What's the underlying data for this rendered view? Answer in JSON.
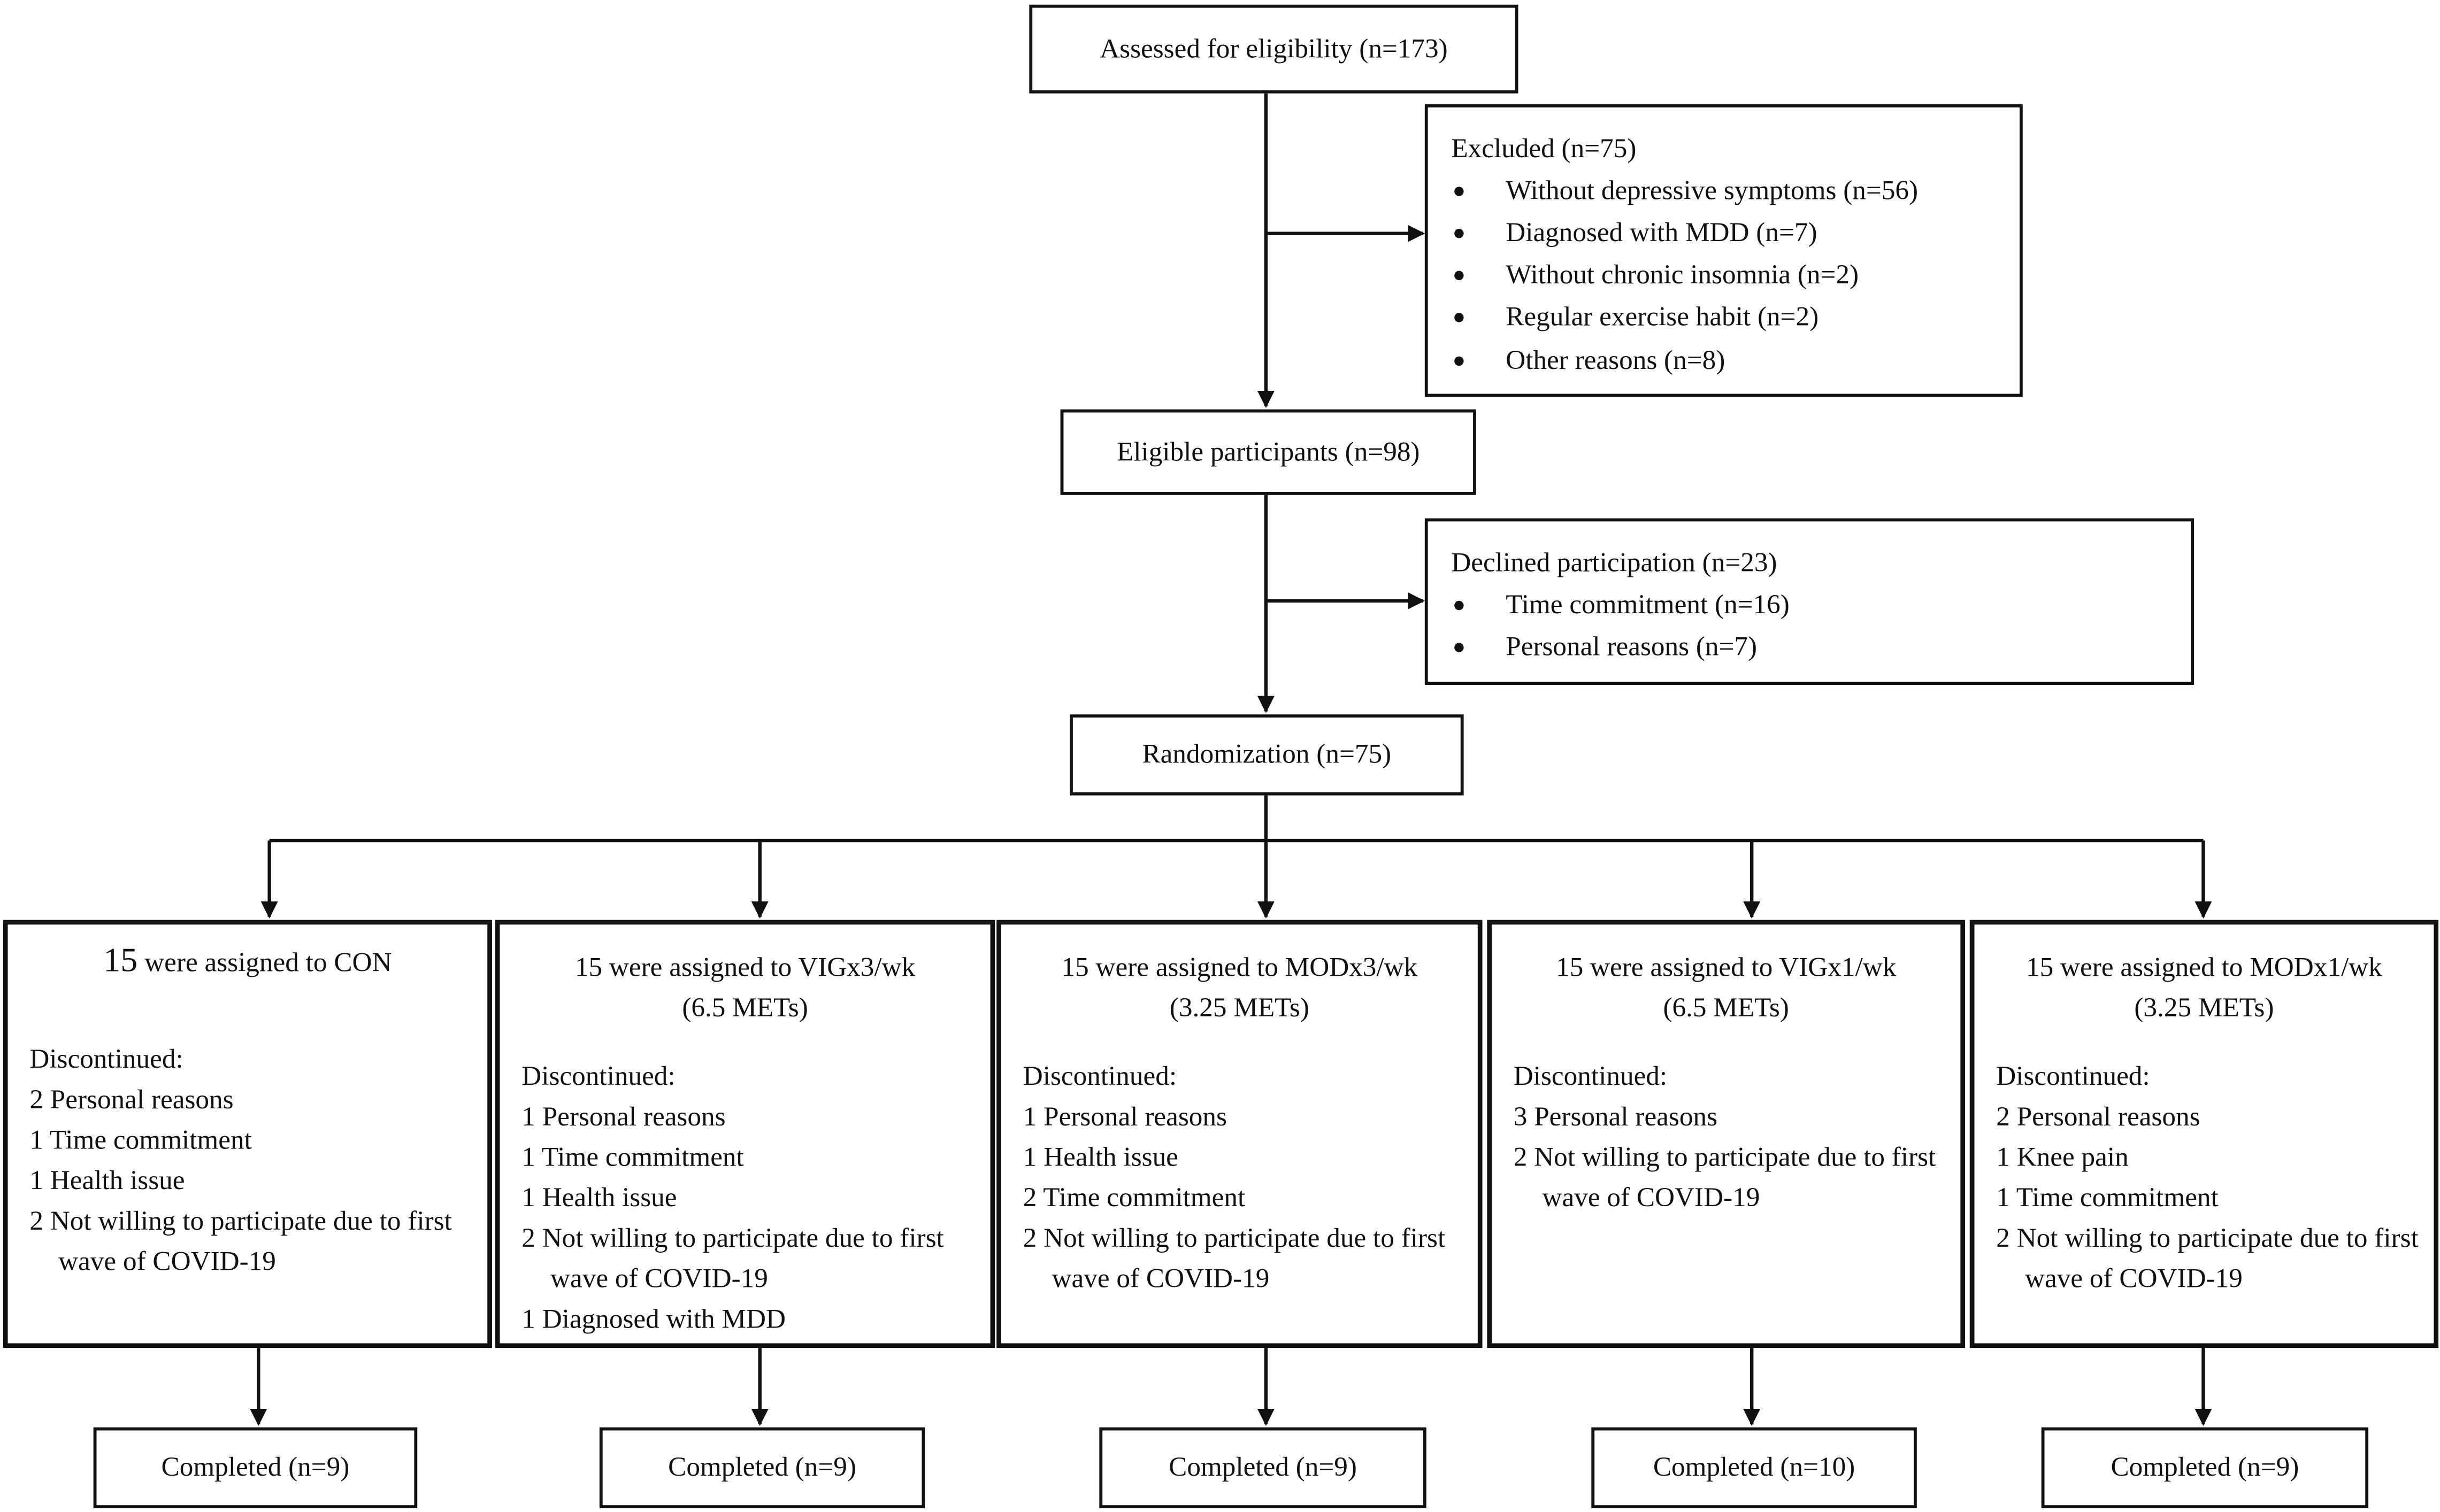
{
  "assessed": "Assessed for eligibility (n=173)",
  "excluded": {
    "title": "Excluded (n=75)",
    "items": [
      "Without depressive symptoms (n=56)",
      "Diagnosed with MDD (n=7)",
      "Without chronic insomnia (n=2)",
      "Regular exercise habit (n=2)",
      "Other reasons (n=8)"
    ]
  },
  "eligible": "Eligible participants (n=98)",
  "declined": {
    "title": "Declined participation (n=23)",
    "items": [
      "Time commitment (n=16)",
      "Personal reasons (n=7)"
    ]
  },
  "randomization": "Randomization (n=75)",
  "arms": [
    {
      "count": "15",
      "assigned": "were assigned to CON",
      "mets": "",
      "discontinued_label": "Discontinued:",
      "reasons": [
        "2 Personal reasons",
        "1 Time commitment",
        "1 Health issue",
        "2 Not willing to participate due to first wave of COVID-19"
      ],
      "completed": "Completed (n=9)"
    },
    {
      "count": "15",
      "assigned": "were assigned to VIGx3/wk",
      "mets": "(6.5 METs)",
      "discontinued_label": "Discontinued:",
      "reasons": [
        "1 Personal reasons",
        "1 Time commitment",
        "1 Health issue",
        "2 Not willing to participate due to first wave of COVID-19",
        "1 Diagnosed with MDD"
      ],
      "completed": "Completed (n=9)"
    },
    {
      "count": "15",
      "assigned": "were assigned to MODx3/wk",
      "mets": "(3.25 METs)",
      "discontinued_label": "Discontinued:",
      "reasons": [
        "1 Personal reasons",
        "1 Health issue",
        "2 Time commitment",
        "2 Not willing to participate due to first wave of COVID-19"
      ],
      "completed": "Completed (n=9)"
    },
    {
      "count": "15",
      "assigned": "were assigned to VIGx1/wk",
      "mets": "(6.5 METs)",
      "discontinued_label": "Discontinued:",
      "reasons": [
        "3 Personal reasons",
        "2 Not willing to participate due to first wave of COVID-19"
      ],
      "completed": "Completed (n=10)"
    },
    {
      "count": "15",
      "assigned": "were assigned to MODx1/wk",
      "mets": "(3.25 METs)",
      "discontinued_label": "Discontinued:",
      "reasons": [
        "2 Personal reasons",
        "1 Knee pain",
        "1 Time commitment",
        "2 Not willing to participate due to first wave of COVID-19"
      ],
      "completed": "Completed (n=9)"
    }
  ]
}
